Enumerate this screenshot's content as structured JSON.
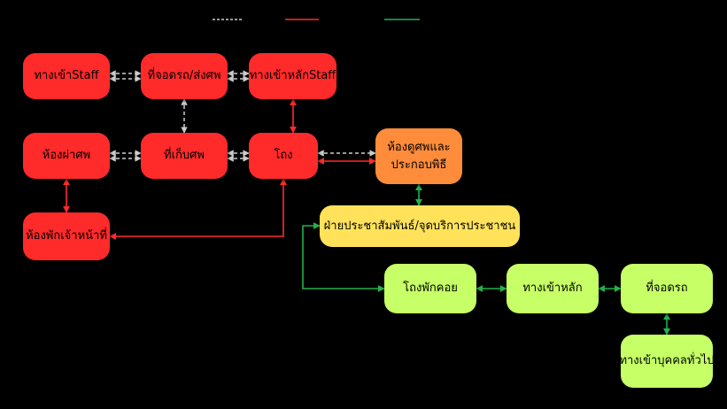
{
  "colors": {
    "staff_zone": "#ff2a2a",
    "transition_zone": "#ff8c3a",
    "service_zone": "#ffe25a",
    "public_zone": "#c6ff66",
    "link_dashed": "#cccccc",
    "link_staff": "#ff2a2a",
    "link_public": "#22b14c"
  },
  "nodes": [
    {
      "id": "staff-entrance",
      "label": "ทางเข้าStaff",
      "zone": "staff_zone"
    },
    {
      "id": "parking-hearse",
      "label": "ที่จอดรถ/ส่งศพ",
      "zone": "staff_zone"
    },
    {
      "id": "staff-main-entrance",
      "label": "ทางเข้าหลักStaff",
      "zone": "staff_zone"
    },
    {
      "id": "autopsy-room",
      "label": "ห้องผ่าศพ",
      "zone": "staff_zone"
    },
    {
      "id": "body-storage",
      "label": "ที่เก็บศพ",
      "zone": "staff_zone"
    },
    {
      "id": "hall",
      "label": "โถง",
      "zone": "staff_zone"
    },
    {
      "id": "staff-rest-room",
      "label": "ห้องพักเจ้าหน้าที่",
      "zone": "staff_zone"
    },
    {
      "id": "viewing-room",
      "label_line1": "ห้องดูศพและ",
      "label_line2": "ประกอบพิธี",
      "zone": "transition_zone"
    },
    {
      "id": "pr-service",
      "label": "ฝ่ายประชาสัมพันธ์/จุดบริการประชาชน",
      "zone": "service_zone"
    },
    {
      "id": "waiting-hall",
      "label": "โถงพักคอย",
      "zone": "public_zone"
    },
    {
      "id": "main-entrance",
      "label": "ทางเข้าหลัก",
      "zone": "public_zone"
    },
    {
      "id": "parking",
      "label": "ที่จอดรถ",
      "zone": "public_zone"
    },
    {
      "id": "public-entrance",
      "label": "ทางเข้าบุคคลทั่วไป",
      "zone": "public_zone"
    }
  ],
  "links": [
    {
      "from": "staff-entrance",
      "to": "parking-hearse",
      "style": "link_dashed"
    },
    {
      "from": "parking-hearse",
      "to": "staff-main-entrance",
      "style": "link_dashed"
    },
    {
      "from": "parking-hearse",
      "to": "body-storage",
      "style": "link_dashed"
    },
    {
      "from": "autopsy-room",
      "to": "body-storage",
      "style": "link_dashed"
    },
    {
      "from": "body-storage",
      "to": "hall",
      "style": "link_dashed"
    },
    {
      "from": "hall",
      "to": "viewing-room",
      "style": "link_dashed"
    },
    {
      "from": "staff-main-entrance",
      "to": "hall",
      "style": "link_staff"
    },
    {
      "from": "autopsy-room",
      "to": "staff-rest-room",
      "style": "link_staff"
    },
    {
      "from": "staff-rest-room",
      "to": "hall",
      "style": "link_staff"
    },
    {
      "from": "viewing-room",
      "to": "pr-service",
      "style": "link_public"
    },
    {
      "from": "pr-service",
      "to": "waiting-hall",
      "style": "link_public"
    },
    {
      "from": "waiting-hall",
      "to": "main-entrance",
      "style": "link_public"
    },
    {
      "from": "main-entrance",
      "to": "parking",
      "style": "link_public"
    },
    {
      "from": "parking",
      "to": "public-entrance",
      "style": "link_public"
    }
  ],
  "legend": [
    {
      "style": "link_dashed",
      "label": ""
    },
    {
      "style": "link_staff",
      "label": ""
    },
    {
      "style": "link_public",
      "label": ""
    }
  ]
}
